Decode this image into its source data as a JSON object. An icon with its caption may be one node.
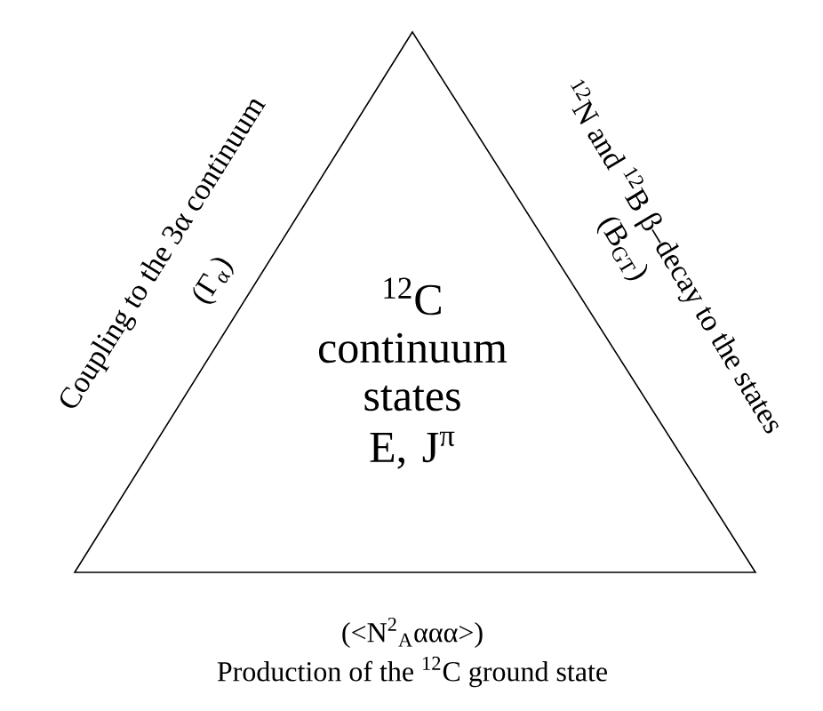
{
  "diagram": {
    "nodes": [
      {
        "text": [
          "$^{12}$C continuum states",
          "E, J$^{π}$"
        ]
      }
    ],
    "labels": [
      "Coupling to the 3α continuum",
      "(Γ$_{α}$)",
      "$^{12}$N and $^{12}$B β–decay to the states",
      "(B$_{GT}$)",
      "(<N$^{2}$$_{A}$ααα>)",
      "Production of the $^{12}$C ground state"
    ]
  }
}
